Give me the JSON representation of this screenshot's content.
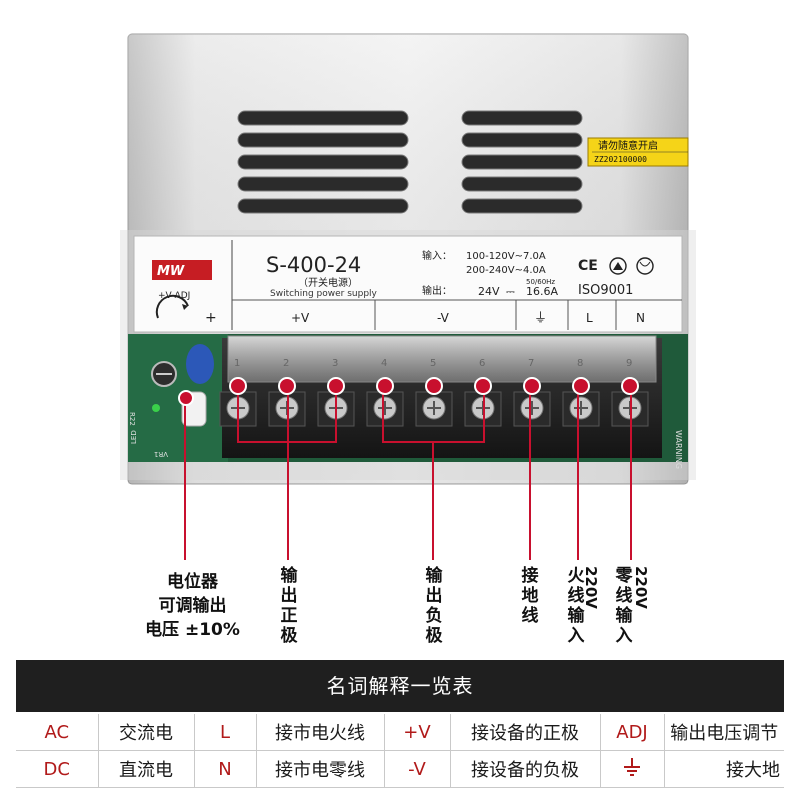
{
  "device": {
    "model": "S-400-24",
    "cn_name": "（开关电源）",
    "en_name": "Switching power supply",
    "input_label": "输入：",
    "input_line1": "100-120V~7.0A",
    "input_line2": "200-240V~4.0A",
    "frequency": "50/60Hz",
    "output_label": "输出：",
    "output_voltage": "24V",
    "dc_symbol": "⎓",
    "output_current": "16.6A",
    "iso": "ISO9001",
    "ce": "CE",
    "adj_label": "+V ADJ",
    "adj_plus": "+",
    "warning_sticker_line1": "请勿随意开启",
    "warning_sticker_line2": "ZZ202100000",
    "warning_vertical": "WARNING",
    "led_label": "LED",
    "vr_label": "VR1",
    "r_label": "R22",
    "terminal_headers": [
      "+V",
      "-V",
      "⏚",
      "L",
      "N"
    ],
    "terminal_numbers": [
      "1",
      "2",
      "3",
      "4",
      "5",
      "6",
      "7",
      "8",
      "9"
    ],
    "colors": {
      "callout": "#c8102e",
      "case": "#dcdcdc",
      "pcb": "#1f5a3a",
      "terminal": "#1a1a1a"
    }
  },
  "callouts": {
    "potentiometer": [
      "电位器",
      "可调输出",
      "电压 ±10%"
    ],
    "positive_output": "输出正极",
    "negative_output": "输出负极",
    "ground": "接地线",
    "live_220v_cn": "火线输入",
    "live_220v_v": "220V",
    "neutral_220v_cn": "零线输入",
    "neutral_220v_v": "220V"
  },
  "glossary": {
    "title": "名词解释一览表",
    "rows": [
      [
        "AC",
        "交流电",
        "L",
        "接市电火线",
        "+V",
        "接设备的正极",
        "ADJ",
        "输出电压调节"
      ],
      [
        "DC",
        "直流电",
        "N",
        "接市电零线",
        "-V",
        "接设备的负极",
        "",
        "接大地"
      ]
    ]
  }
}
